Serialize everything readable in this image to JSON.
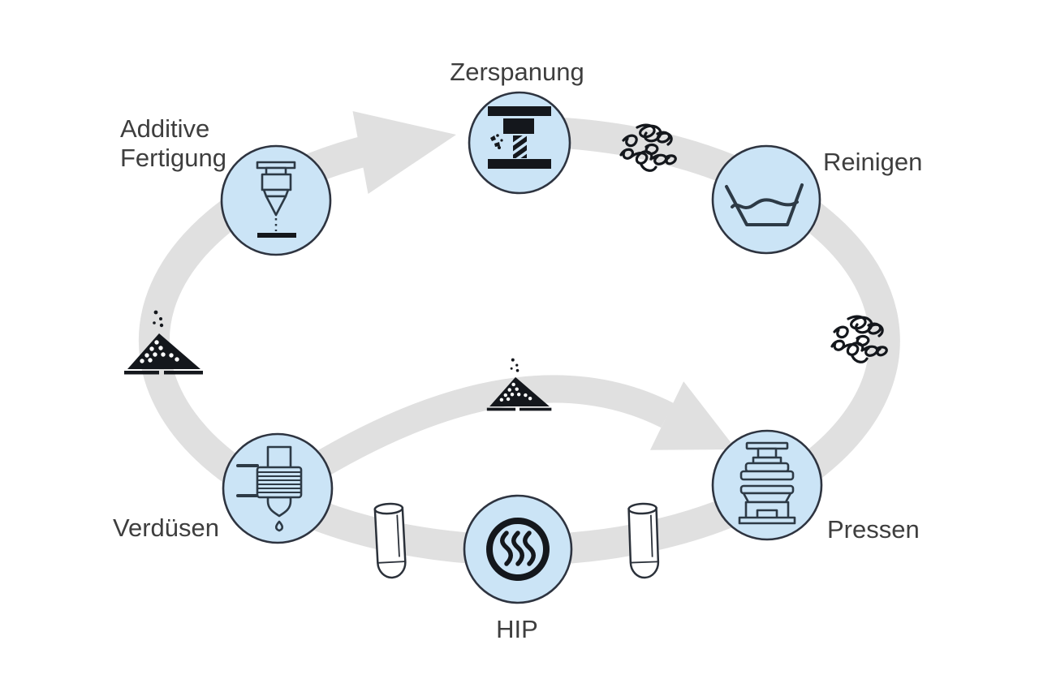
{
  "colors": {
    "background": "#ffffff",
    "cycle_arrow": "#e0e0e0",
    "node_fill": "#cbe4f6",
    "node_stroke": "#2e3440",
    "icon_line": "#2d3a46",
    "icon_solid": "#14171c",
    "label_text": "#3e3e3e"
  },
  "cycle": {
    "stations": [
      {
        "id": "additive-fertigung",
        "label": "Additive Fertigung",
        "label_line1": "Additive",
        "label_line2": "Fertigung",
        "icon": "laser-nozzle-icon"
      },
      {
        "id": "zerspanung",
        "label": "Zerspanung",
        "icon": "milling-press-icon"
      },
      {
        "id": "reinigen",
        "label": "Reinigen",
        "icon": "washing-basin-icon"
      },
      {
        "id": "pressen",
        "label": "Pressen",
        "icon": "die-press-icon"
      },
      {
        "id": "hip",
        "label": "HIP",
        "icon": "heat-treatment-icon"
      },
      {
        "id": "verduesen",
        "label": "Verdüsen",
        "icon": "atomizer-coil-icon"
      }
    ],
    "flow_markers": [
      {
        "id": "powder-left",
        "icon": "powder-pile-icon"
      },
      {
        "id": "powder-middle",
        "icon": "powder-pile-icon"
      },
      {
        "id": "chips-top",
        "icon": "metal-chips-icon"
      },
      {
        "id": "chips-right",
        "icon": "metal-chips-icon"
      },
      {
        "id": "capsule-left",
        "icon": "capsule-icon"
      },
      {
        "id": "capsule-right",
        "icon": "capsule-icon"
      }
    ]
  }
}
